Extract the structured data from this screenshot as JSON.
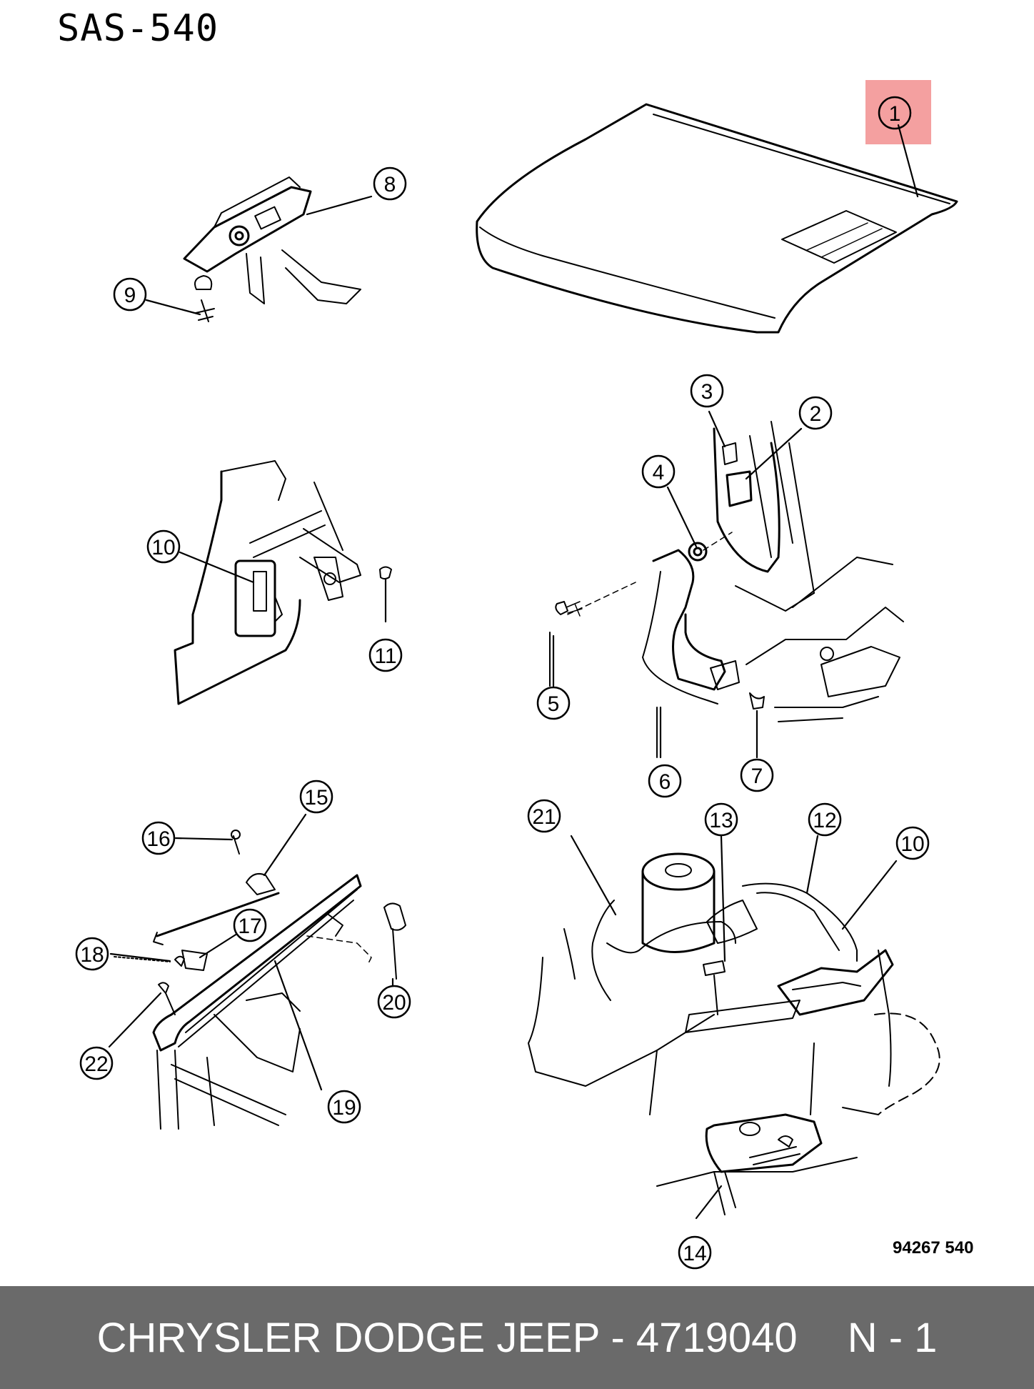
{
  "sheet_code": "SAS-540",
  "drawing_number": "94267 540",
  "highlight_color": "#f4a0a0",
  "footer": {
    "brand_part": "CHRYSLER DODGE JEEP - 4719040",
    "position": "N - 1",
    "background": "#6a6a6a"
  },
  "callouts": {
    "c1": "1",
    "c2": "2",
    "c3": "3",
    "c4": "4",
    "c5": "5",
    "c6": "6",
    "c7": "7",
    "c8": "8",
    "c9": "9",
    "c10a": "10",
    "c11": "11",
    "c12": "12",
    "c13": "13",
    "c14": "14",
    "c15": "15",
    "c16": "16",
    "c17": "17",
    "c18": "18",
    "c19": "19",
    "c20": "20",
    "c21": "21",
    "c22": "22",
    "c10b": "10"
  }
}
